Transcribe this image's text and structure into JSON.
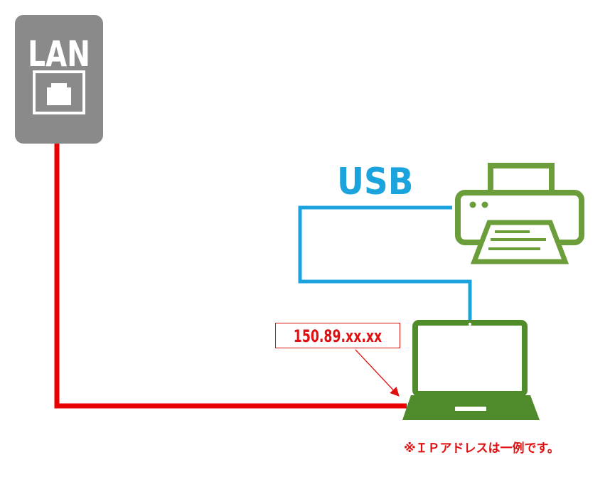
{
  "lan": {
    "label": "LAN"
  },
  "usb": {
    "label": "USB"
  },
  "ip": {
    "address": "150.89.xx.xx"
  },
  "note": "※ＩＰアドレスは一例です。",
  "icons": {
    "jack": "ethernet-port-icon",
    "printer": "printer-icon",
    "laptop": "laptop-icon"
  },
  "colors": {
    "lan_plate": "#8a8a8a",
    "lan_cable": "#e60000",
    "usb_cable": "#1aa3dd",
    "device_green": "#4f8a2b",
    "printer_green": "#6b9e3a",
    "annotation_red": "#e01010"
  }
}
